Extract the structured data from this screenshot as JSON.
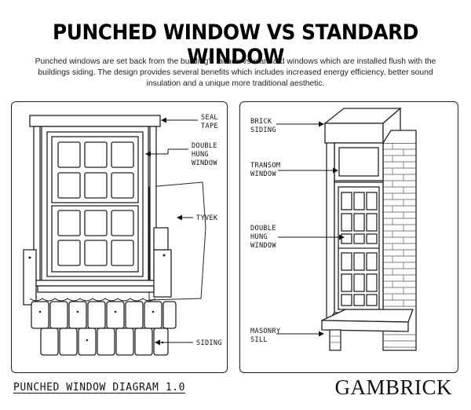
{
  "header": {
    "title": "PUNCHED WINDOW VS STANDARD WINDOW",
    "description": "Punched windows are set back from the building's facade vs standard windows which are installed flush with the buildings siding. The design provides several benefits which includes increased energy efficiency, better sound insulation and a unique more traditional aesthetic."
  },
  "left_panel": {
    "labels": {
      "seal_tape": [
        "SEAL",
        "TAPE"
      ],
      "double_hung": [
        "DOUBLE",
        "HUNG",
        "WINDOW"
      ],
      "tyvek": [
        "TYVEK"
      ],
      "siding": [
        "SIDING"
      ]
    }
  },
  "right_panel": {
    "labels": {
      "brick_siding": [
        "BRICK",
        "SIDING"
      ],
      "transom": [
        "TRANSOM",
        "WINDOW"
      ],
      "double_hung": [
        "DOUBLE",
        "HUNG",
        "WINDOW"
      ],
      "masonry_sill": [
        "MASONRY",
        "SILL"
      ]
    }
  },
  "footer": {
    "caption": "PUNCHED WINDOW DIAGRAM 1.0",
    "brand": "GAMBRICK"
  }
}
